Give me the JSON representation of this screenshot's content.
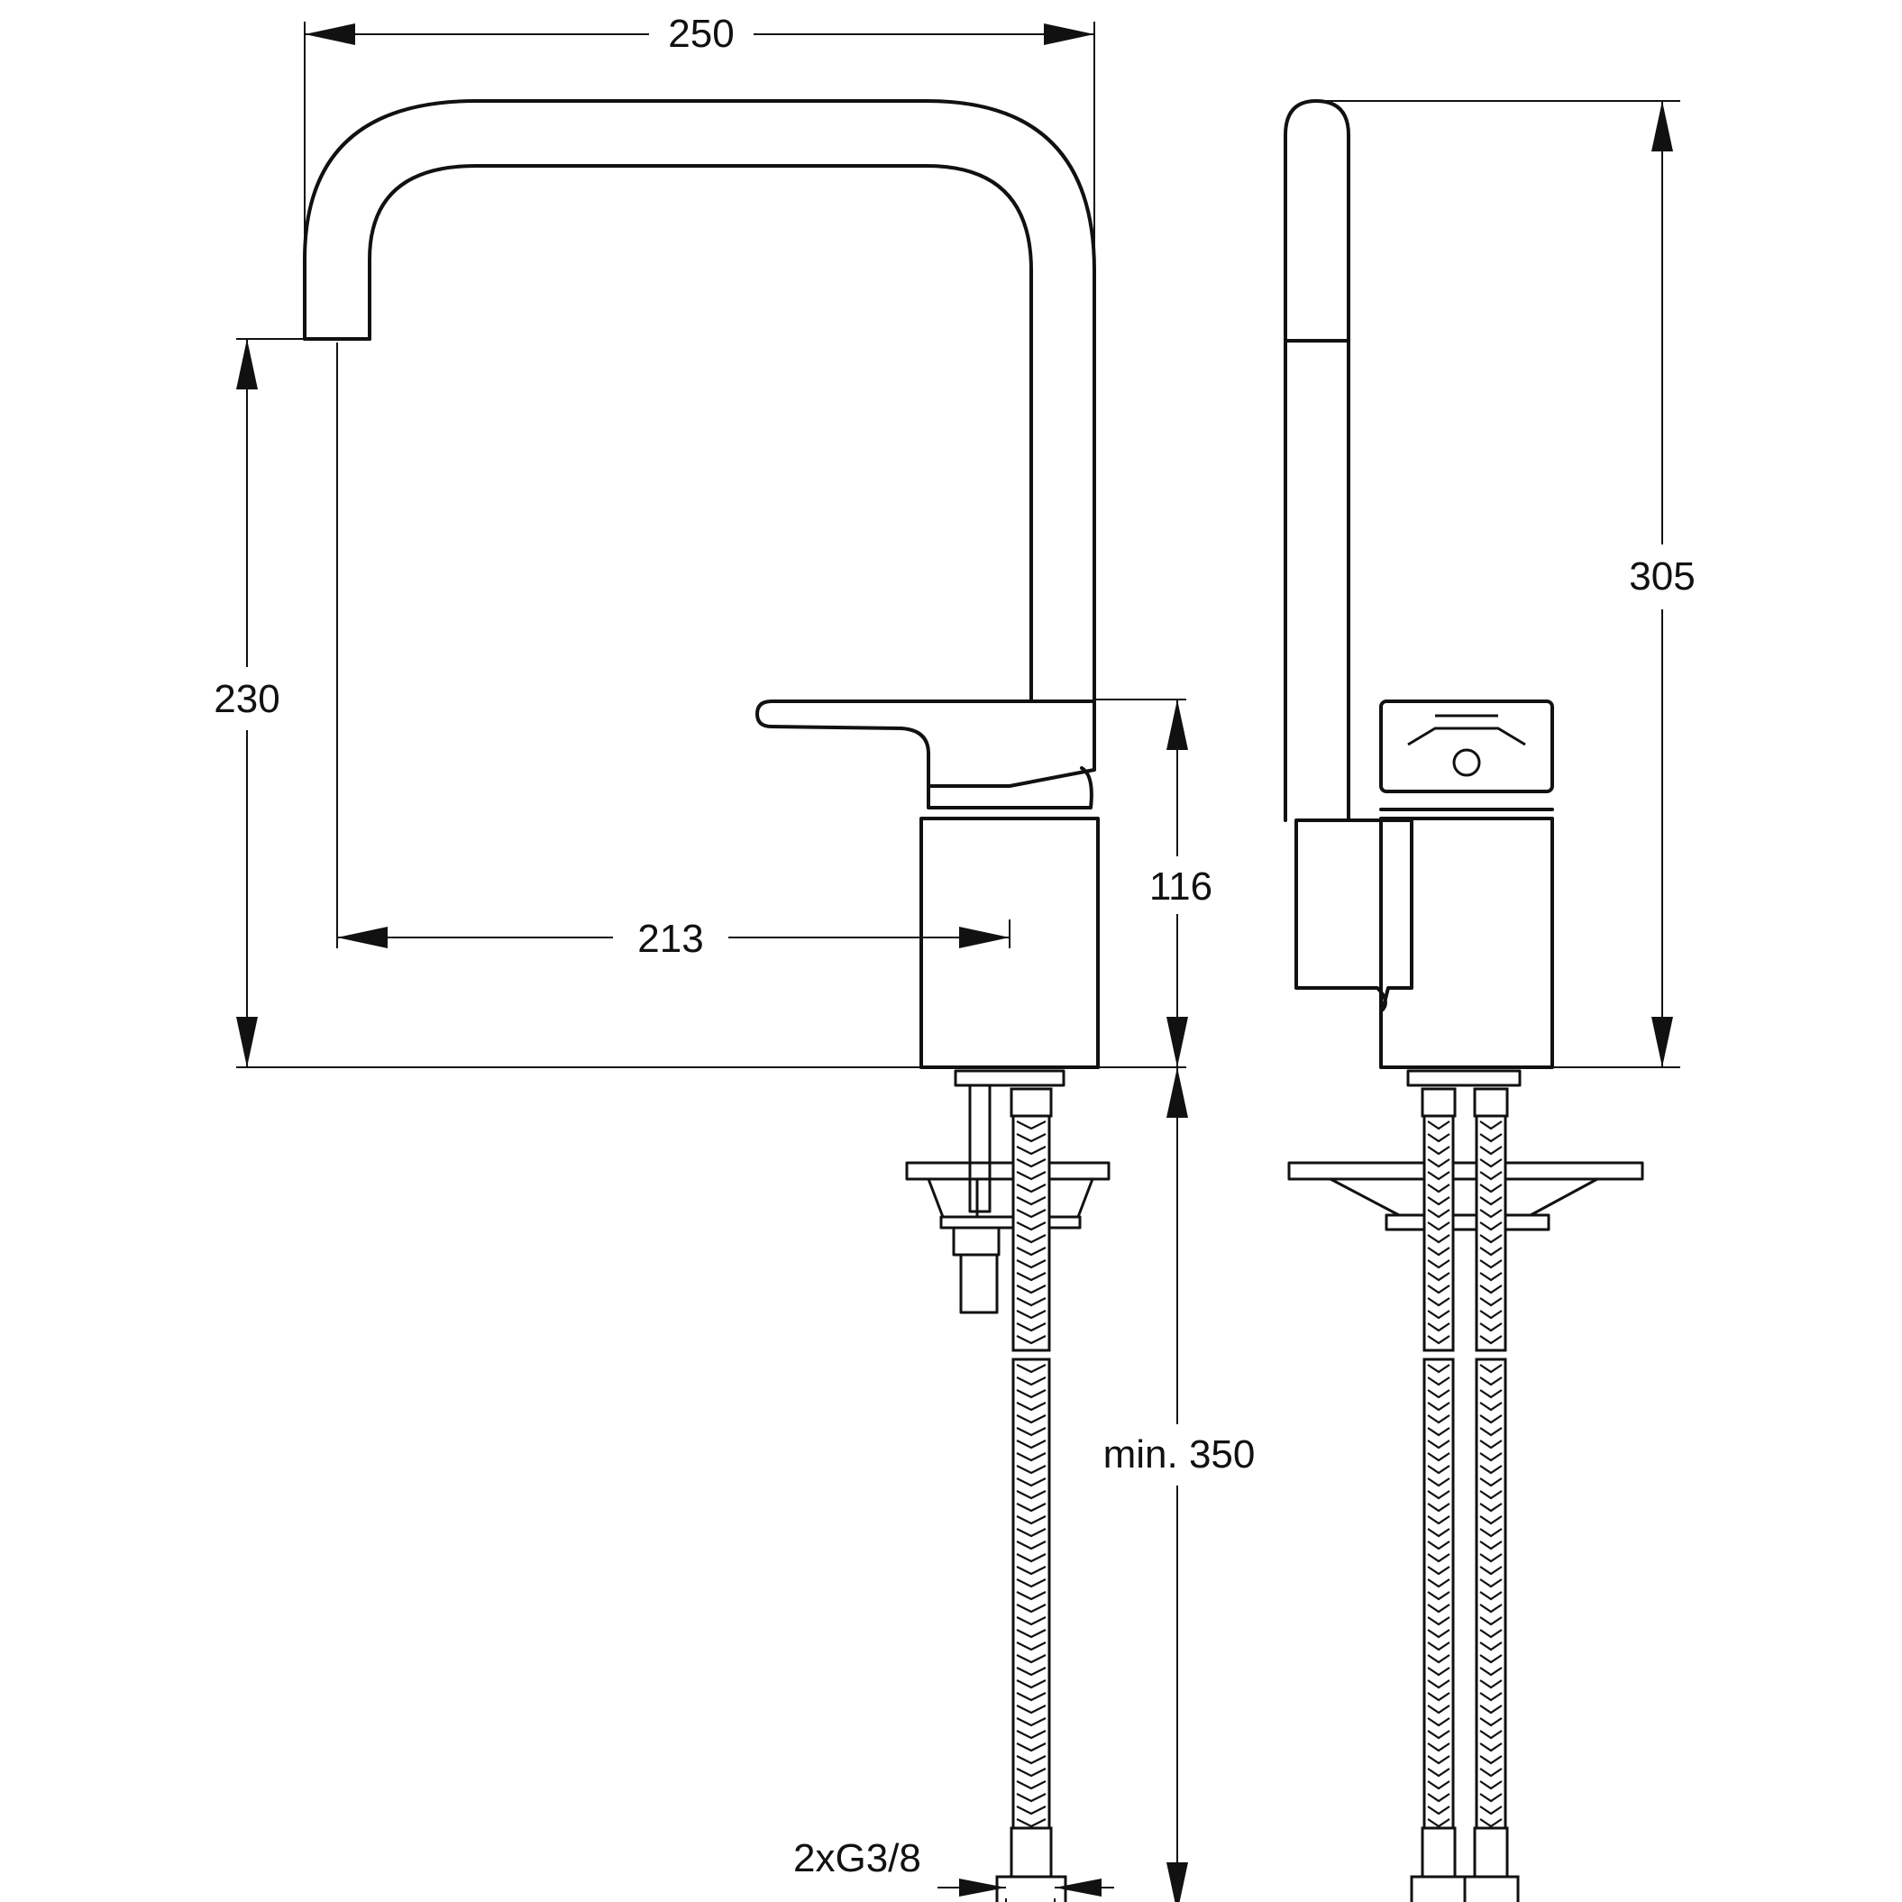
{
  "dimensions": {
    "overall_width": "250",
    "spout_height": "230",
    "spout_reach": "213",
    "body_height": "116",
    "overall_height": "305",
    "hose_length": "min. 350",
    "connection": "2xG3/8"
  }
}
